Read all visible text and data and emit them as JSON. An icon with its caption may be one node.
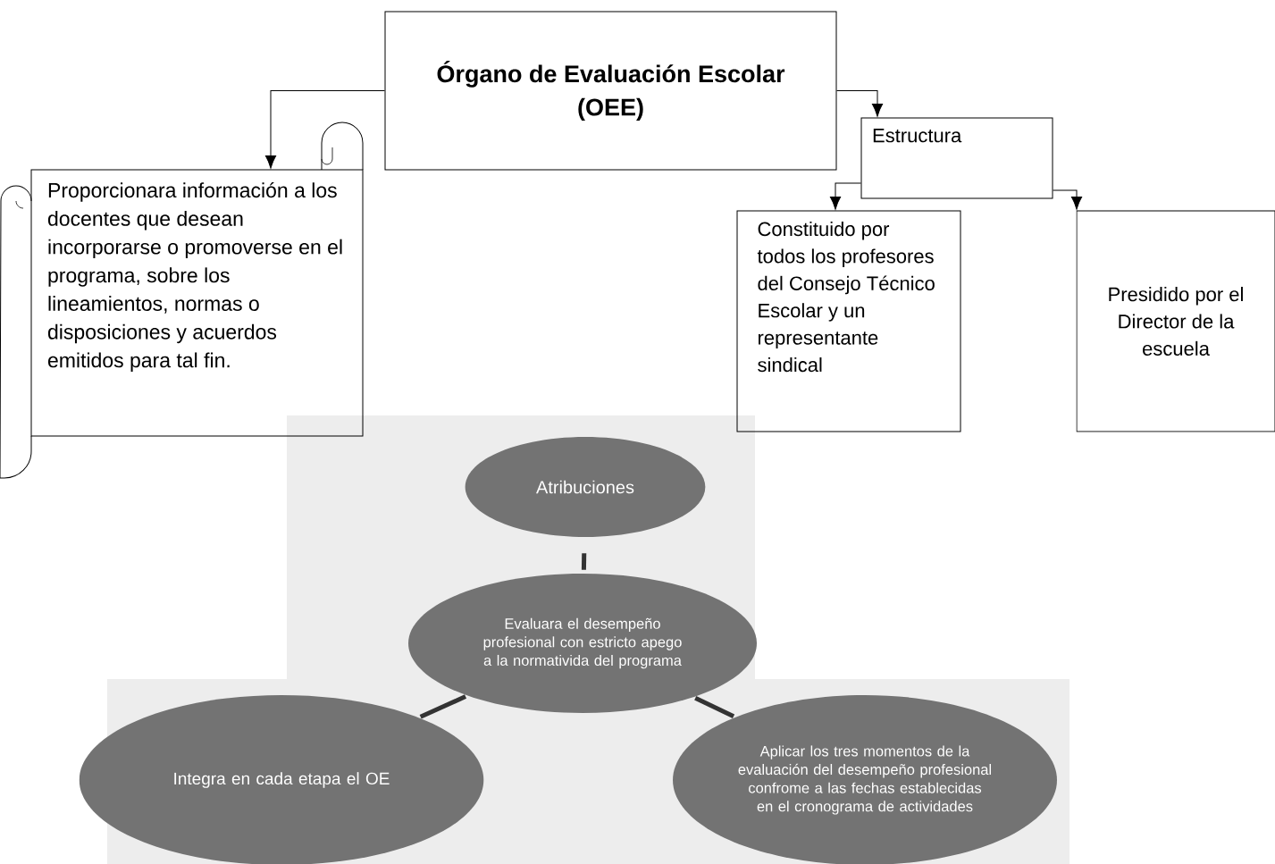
{
  "diagram": {
    "nodes": [
      {
        "text": [
          "Órgano de Evaluación Escolar (OEE)"
        ]
      },
      {
        "text": [
          "Proporcionara información a los docentes que desean incorporarse o promoverse en el programa, sobre los lineamientos, normas o disposiciones y acuerdos emitidos para tal fin."
        ]
      },
      {
        "text": [
          "Estructura"
        ]
      },
      {
        "text": [
          "Constituido por todos los profesores del Consejo Técnico Escolar y un representante sindical"
        ]
      },
      {
        "text": [
          "Presidido por el Director de la escuela"
        ]
      },
      {
        "text": [
          "Atribuciones"
        ]
      },
      {
        "text": [
          "Evaluara el desempeño profesional con estricto apego a la normativida del programa"
        ]
      },
      {
        "text": [
          "Integra en cada etapa el OE"
        ]
      },
      {
        "text": [
          "Aplicar los tres momentos de la evaluación del desempeño profesional confrome a las fechas establecidas en el cronograma de actividades"
        ]
      }
    ],
    "edges": [
      {
        "from": 0,
        "to": 1,
        "arrow": "to"
      },
      {
        "from": 0,
        "to": 2,
        "arrow": "to"
      },
      {
        "from": 2,
        "to": 3,
        "arrow": "to"
      },
      {
        "from": 2,
        "to": 4,
        "arrow": "to"
      },
      {
        "from": 5,
        "to": 6,
        "arrow": "none",
        "style": "thick"
      },
      {
        "from": 6,
        "to": 7,
        "arrow": "none",
        "style": "thick"
      },
      {
        "from": 6,
        "to": 8,
        "arrow": "none",
        "style": "thick"
      }
    ]
  }
}
